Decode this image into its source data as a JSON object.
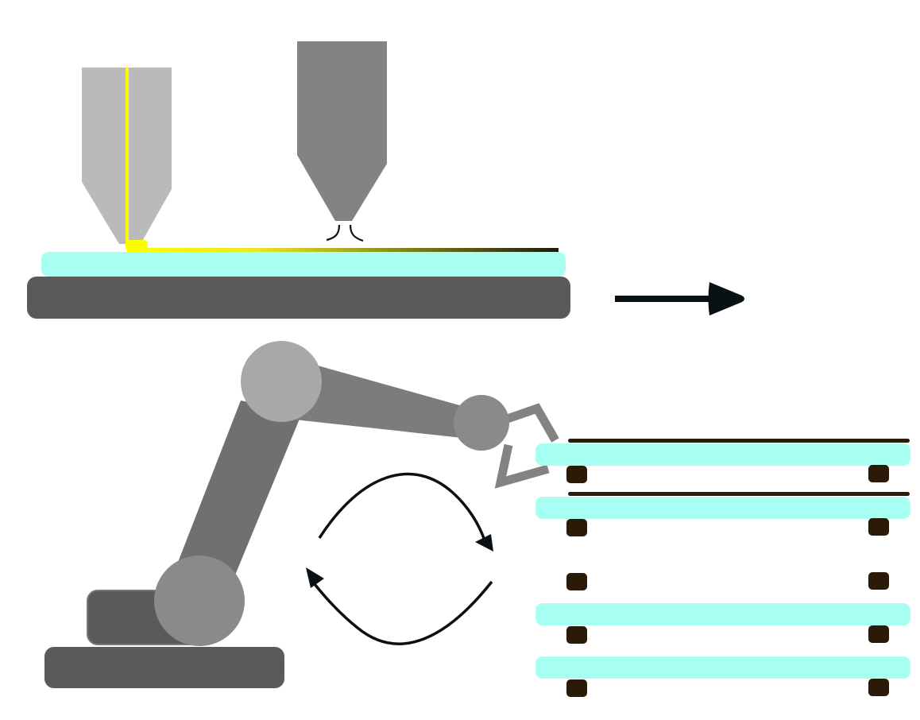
{
  "colors": {
    "background": "#ffffff",
    "nozzle_light": "#bbbabb",
    "nozzle_dark": "#838383",
    "laser": "#ffff00",
    "film": "#a6fff0",
    "stage": "#5a5a5a",
    "arrow": "#0a1114",
    "arm_dark": "#707070",
    "arm_mid": "#7c7c7c",
    "joint": "#a8a8a8",
    "joint_mid": "#8a8a8a",
    "gripper": "#838383",
    "deposit": "#2b1a08"
  },
  "components": [
    {
      "name": "laser-nozzle",
      "icon": "nozzle-icon"
    },
    {
      "name": "dispense-nozzle",
      "icon": "nozzle-icon"
    },
    {
      "name": "print-bed",
      "icon": "bed-icon"
    },
    {
      "name": "process-arrow",
      "icon": "arrow-right-icon"
    },
    {
      "name": "robot-arm",
      "icon": "robot-arm-icon"
    },
    {
      "name": "transfer-cycle",
      "icon": "cycle-arrows-icon"
    },
    {
      "name": "layer-stack",
      "icon": "stack-icon"
    }
  ],
  "stack": {
    "layers": [
      {
        "has_deposit": true
      },
      {
        "has_deposit": true
      },
      {
        "has_deposit": false
      },
      {
        "has_deposit": false
      }
    ]
  }
}
